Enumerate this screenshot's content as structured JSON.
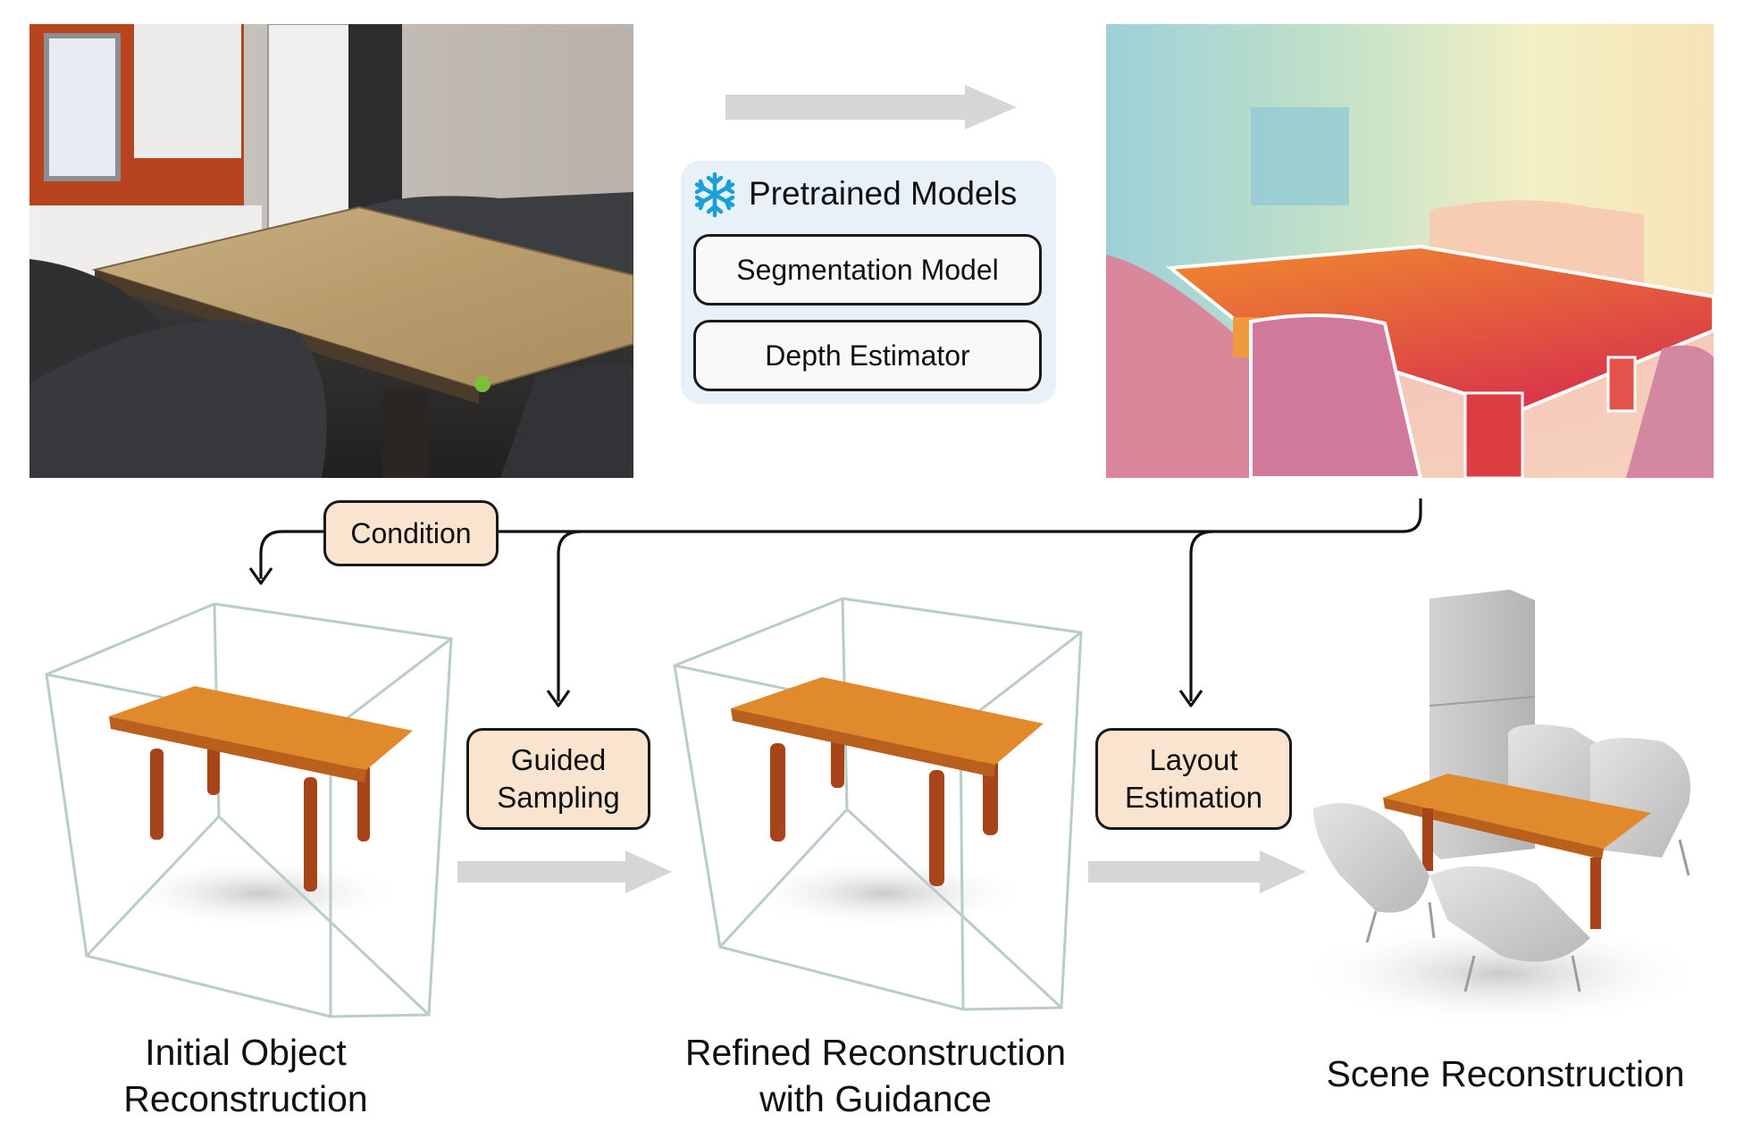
{
  "pretrained": {
    "title": "Pretrained Models",
    "models": [
      "Segmentation Model",
      "Depth Estimator"
    ],
    "icon": "snowflake-icon"
  },
  "steps": {
    "condition": "Condition",
    "guided_sampling": [
      "Guided",
      "Sampling"
    ],
    "layout_estimation": [
      "Layout",
      "Estimation"
    ]
  },
  "captions": {
    "initial": [
      "Initial Object",
      "Reconstruction"
    ],
    "refined": [
      "Refined Reconstruction",
      "with Guidance"
    ],
    "scene": "Scene Reconstruction"
  },
  "colors": {
    "arrow_gray": "#d6d6d6",
    "step_fill": "#f8e4cf",
    "panel_fill": "#e8f1f8",
    "table_orange": "#e08a2c",
    "table_legs": "#a8441a",
    "snowflake": "#1aa0d8"
  }
}
